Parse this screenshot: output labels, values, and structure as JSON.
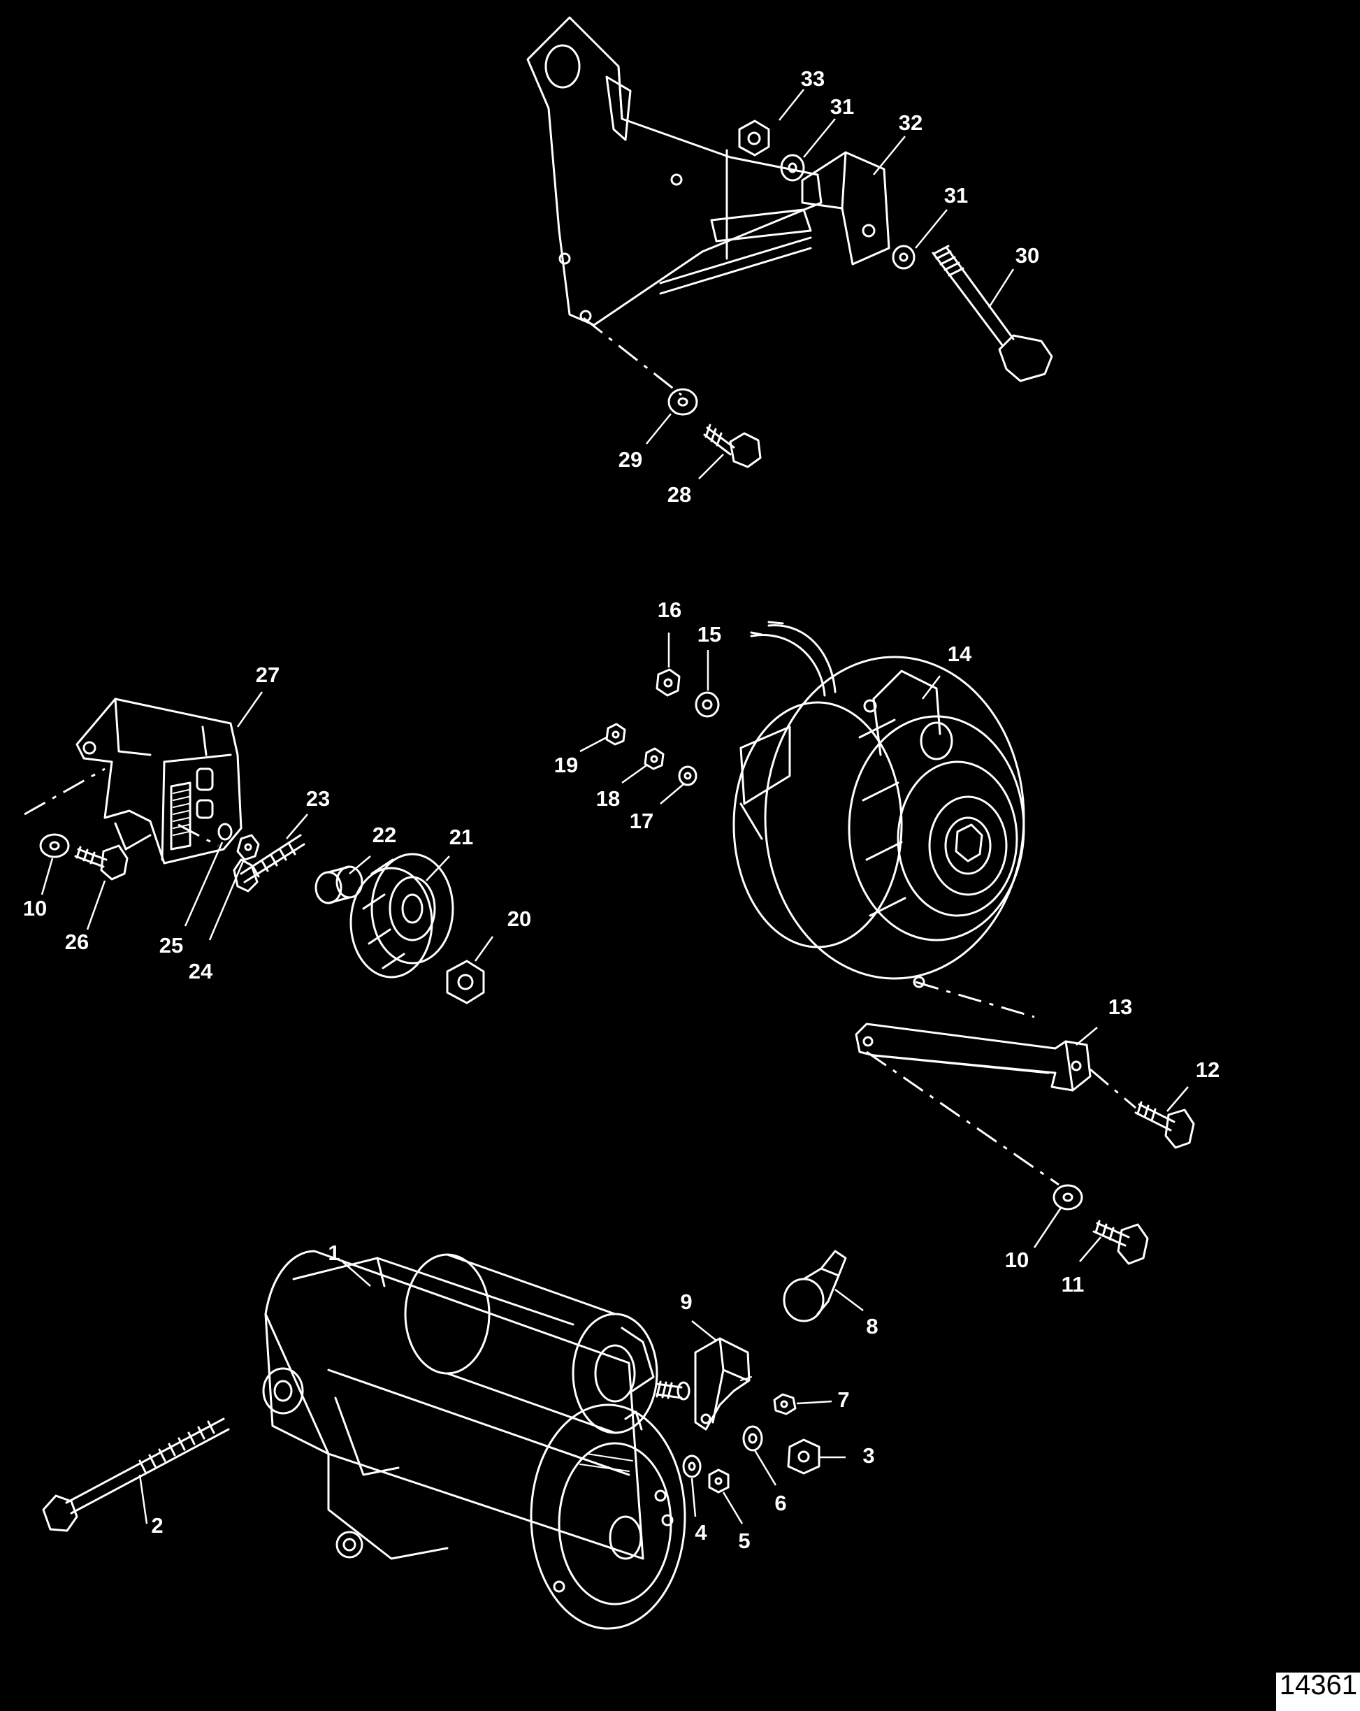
{
  "figure_id": "14361",
  "colors": {
    "background": "#000000",
    "line_art": "#ffffff"
  },
  "callouts": [
    "1",
    "2",
    "3",
    "4",
    "5",
    "6",
    "7",
    "8",
    "9",
    "10",
    "10",
    "11",
    "12",
    "13",
    "14",
    "15",
    "16",
    "17",
    "18",
    "19",
    "20",
    "21",
    "22",
    "23",
    "24",
    "25",
    "26",
    "27",
    "28",
    "29",
    "30",
    "31",
    "31",
    "32",
    "33"
  ],
  "parts": [
    {
      "id": "1",
      "name": "starter-motor"
    },
    {
      "id": "2",
      "name": "starter-bolt"
    },
    {
      "id": "3",
      "name": "nut"
    },
    {
      "id": "4",
      "name": "washer"
    },
    {
      "id": "5",
      "name": "nut"
    },
    {
      "id": "6",
      "name": "washer"
    },
    {
      "id": "7",
      "name": "nut"
    },
    {
      "id": "8",
      "name": "boot"
    },
    {
      "id": "9",
      "name": "terminal-insulator"
    },
    {
      "id": "10",
      "name": "washer"
    },
    {
      "id": "11",
      "name": "screw"
    },
    {
      "id": "12",
      "name": "screw"
    },
    {
      "id": "13",
      "name": "alternator-brace"
    },
    {
      "id": "14",
      "name": "alternator"
    },
    {
      "id": "15",
      "name": "lockwasher"
    },
    {
      "id": "16",
      "name": "nut"
    },
    {
      "id": "17",
      "name": "lockwasher"
    },
    {
      "id": "18",
      "name": "nut"
    },
    {
      "id": "19",
      "name": "nut"
    },
    {
      "id": "20",
      "name": "nut"
    },
    {
      "id": "21",
      "name": "idler-pulley"
    },
    {
      "id": "22",
      "name": "spacer"
    },
    {
      "id": "23",
      "name": "stud"
    },
    {
      "id": "24",
      "name": "nut"
    },
    {
      "id": "25",
      "name": "lockwasher"
    },
    {
      "id": "26",
      "name": "screw"
    },
    {
      "id": "27",
      "name": "idler-bracket"
    },
    {
      "id": "28",
      "name": "screw"
    },
    {
      "id": "29",
      "name": "washer"
    },
    {
      "id": "30",
      "name": "bolt"
    },
    {
      "id": "31",
      "name": "washer"
    },
    {
      "id": "32",
      "name": "spacer-bracket"
    },
    {
      "id": "33",
      "name": "nut"
    }
  ]
}
